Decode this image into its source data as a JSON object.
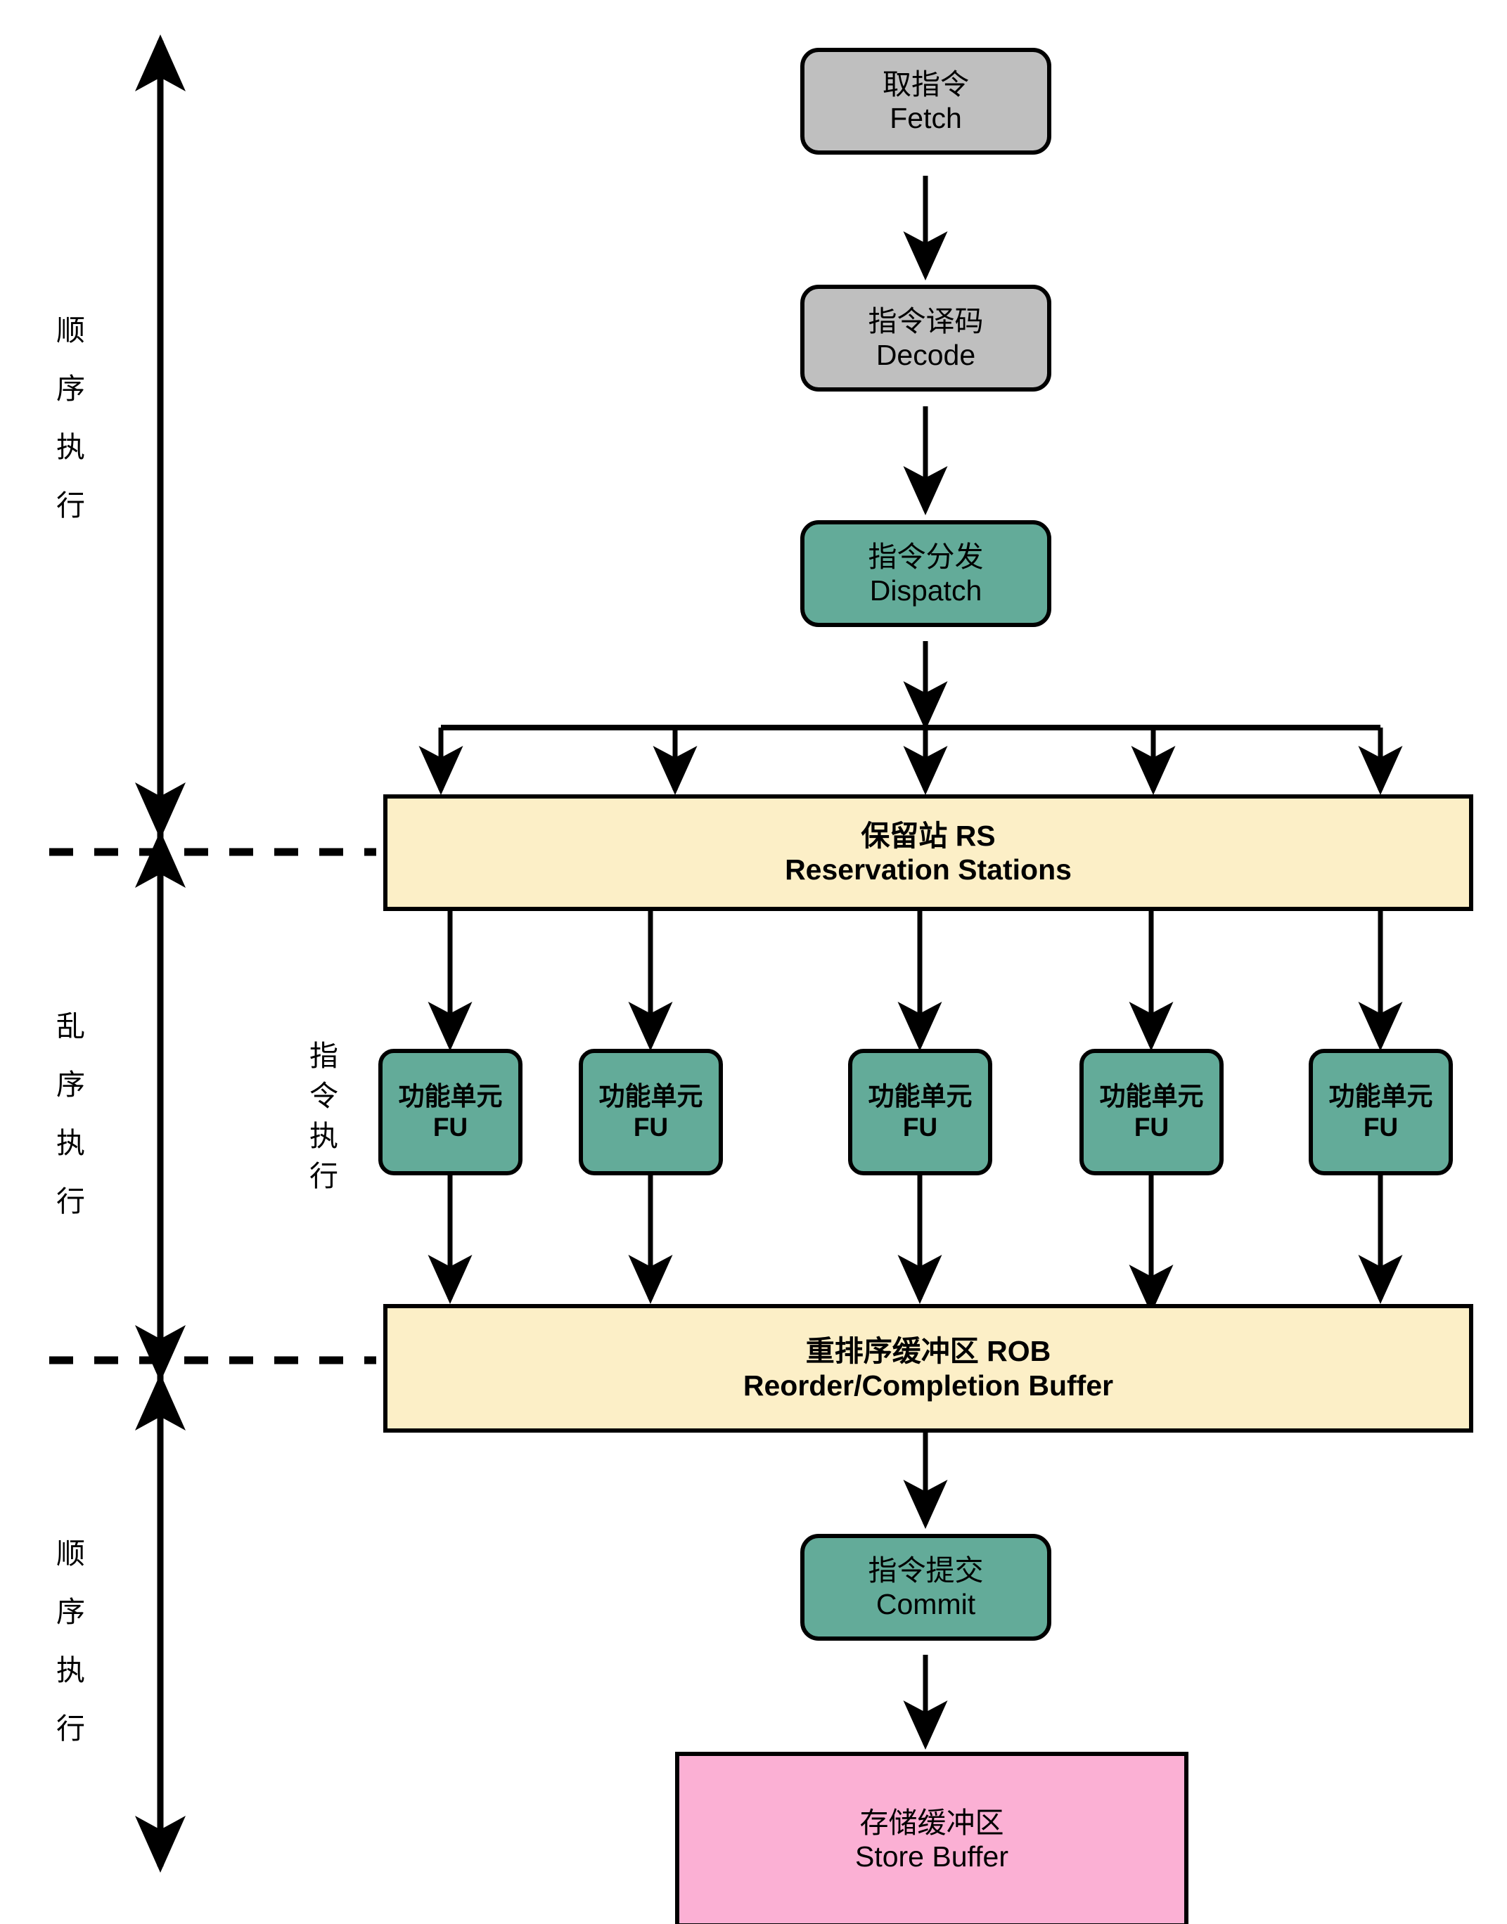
{
  "diagram": {
    "title": "Out-of-order superscalar pipeline",
    "colors": {
      "gray": "#bfbfbf",
      "teal": "#63ab99",
      "cream": "#fcefc7",
      "pink": "#fbb0d4",
      "stroke": "#000000",
      "background": "#ffffff"
    }
  },
  "stages": {
    "fetch": {
      "zh": "取指令",
      "en": "Fetch"
    },
    "decode": {
      "zh": "指令译码",
      "en": "Decode"
    },
    "dispatch": {
      "zh": "指令分发",
      "en": "Dispatch"
    },
    "commit": {
      "zh": "指令提交",
      "en": "Commit"
    }
  },
  "buffers": {
    "rs": {
      "zh": "保留站 RS",
      "en": "Reservation Stations"
    },
    "rob": {
      "zh": "重排序缓冲区 ROB",
      "en": "Reorder/Completion Buffer"
    },
    "store_buffer": {
      "zh": "存储缓冲区",
      "en": "Store Buffer"
    }
  },
  "functional_units": [
    {
      "zh": "功能单元",
      "en": "FU"
    },
    {
      "zh": "功能单元",
      "en": "FU"
    },
    {
      "zh": "功能单元",
      "en": "FU"
    },
    {
      "zh": "功能单元",
      "en": "FU"
    },
    {
      "zh": "功能单元",
      "en": "FU"
    }
  ],
  "side_labels": {
    "in_order_top": [
      "顺",
      "序",
      "执",
      "行"
    ],
    "out_of_order": [
      "乱",
      "序",
      "执",
      "行"
    ],
    "in_order_bottom": [
      "顺",
      "序",
      "执",
      "行"
    ],
    "instruction_exec": [
      "指",
      "令",
      "执",
      "行"
    ]
  }
}
